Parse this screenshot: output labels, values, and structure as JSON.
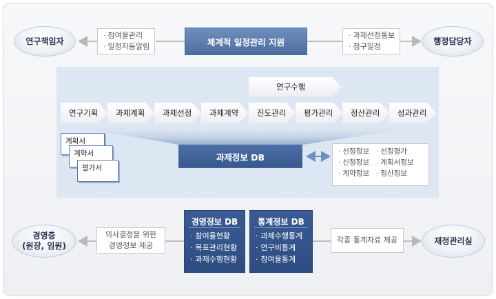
{
  "left_top_oval": "연구책임자",
  "right_top_oval": "행정담당자",
  "top_center_bar": "체계적 일정관리 지원",
  "top_left_box": [
    "참여율관리",
    "일정자동알림"
  ],
  "top_right_box": [
    "과제선정통보",
    "청구일정"
  ],
  "research_label": "연구수행",
  "process_steps": [
    "연구기획",
    "과제계획",
    "과제선정",
    "과제계약",
    "진도관리",
    "평가관리",
    "정산관리",
    "성과관리"
  ],
  "documents": [
    "계획서",
    "계약서",
    "평가서"
  ],
  "db_bar": "과제정보 DB",
  "db_info": {
    "col1": [
      "선정정보",
      "신청정보",
      "계약정보"
    ],
    "col2": [
      "선정평가",
      "계획서정보",
      "정산정보"
    ]
  },
  "left_bottom_oval": [
    "경영층",
    "(원장, 임원)"
  ],
  "right_bottom_oval": "재정관리실",
  "bottom_left_box": [
    "의사결정을 위한",
    "경영정보 제공"
  ],
  "bottom_right_box": "각종 통계자료 제공",
  "mgmt_db": {
    "title": "경영정보 DB",
    "items": [
      "참여율현황",
      "목표관리현황",
      "과제수행현황"
    ]
  },
  "stat_db": {
    "title": "통계정보 DB",
    "items": [
      "과제수행통계",
      "연구비통계",
      "참여율통계"
    ]
  },
  "colors": {
    "blue": "#5577aa",
    "dark_blue": "#2f4e85",
    "panel": "#dfe8f4"
  }
}
